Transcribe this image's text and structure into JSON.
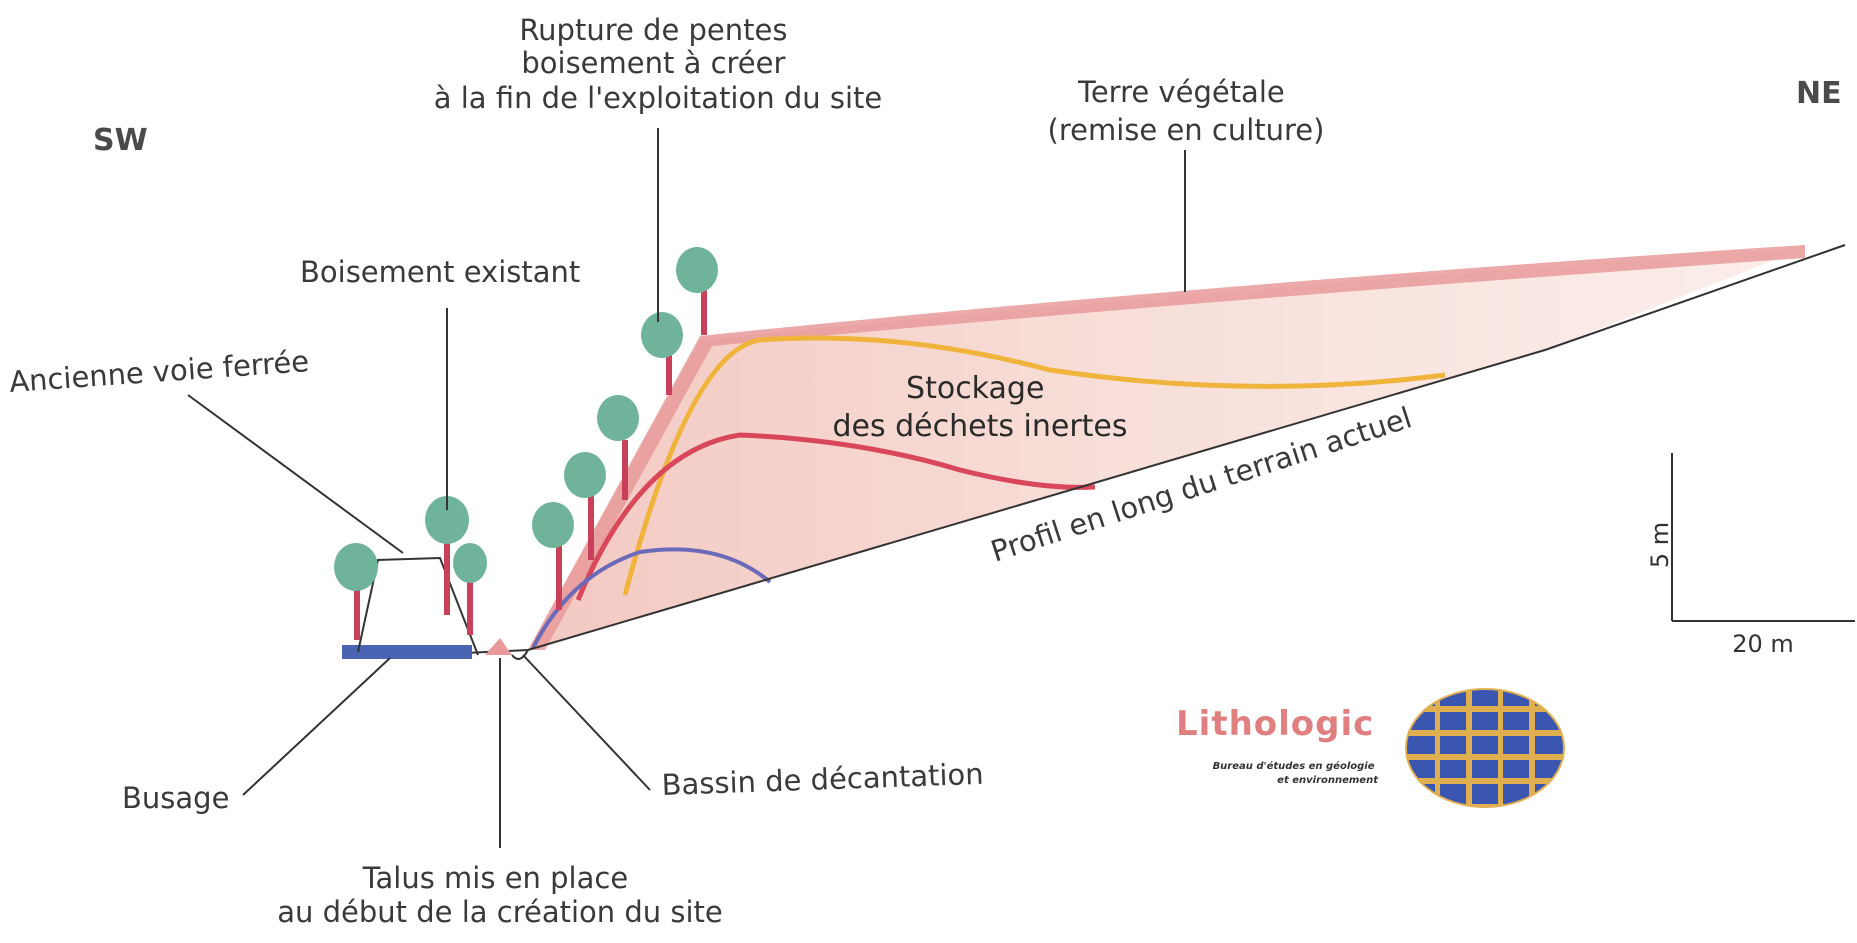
{
  "orientation": {
    "left": "SW",
    "right": "NE"
  },
  "labels": {
    "rupture": [
      "Rupture de pentes",
      "boisement à créer",
      "à la fin de l'exploitation du site"
    ],
    "terre": [
      "Terre végétale",
      "(remise en culture)"
    ],
    "boisement_existant": "Boisement existant",
    "ancienne_voie": "Ancienne voie ferrée",
    "stockage": [
      "Stockage",
      "des déchets inertes"
    ],
    "profil": "Profil en long du terrain actuel",
    "busage": "Busage",
    "bassin": "Bassin de décantation",
    "talus": [
      "Talus mis en place",
      "au début de la création du site"
    ]
  },
  "scale": {
    "vertical": "5 m",
    "horizontal": "20 m"
  },
  "logo": {
    "name": "Lithologic",
    "tagline": [
      "Bureau d'études en géologie",
      "et environnement"
    ]
  },
  "colors": {
    "fill": "#f6dcd4",
    "topsoil": "#e89a9a",
    "yellow_line": "#f0b43c",
    "red_line": "#d9485a",
    "blue_line": "#6a6ab8",
    "busage": "#4a64b4",
    "tree_crown": "#6fb39a",
    "tree_trunk": "#c8405a",
    "logo_blue": "#3a56b0",
    "logo_gold": "#e0b050"
  }
}
